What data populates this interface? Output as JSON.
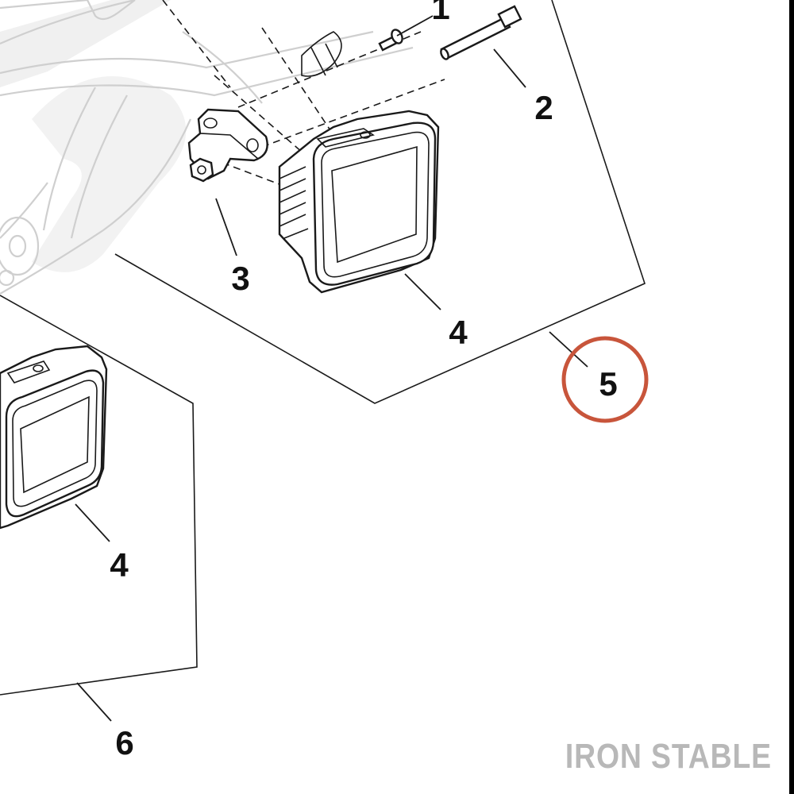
{
  "callouts": {
    "c1": "1",
    "c2": "2",
    "c3": "3",
    "c4a": "4",
    "c4b": "4",
    "c5": "5",
    "c6": "6"
  },
  "brand": {
    "text": "IRON STABLE"
  },
  "colors": {
    "highlight": "#c8553b",
    "line": "#1a1a1a",
    "frame_line": "#cfcfcf",
    "watermark": "#f0f0f0",
    "brand": "#b8b8b8"
  }
}
